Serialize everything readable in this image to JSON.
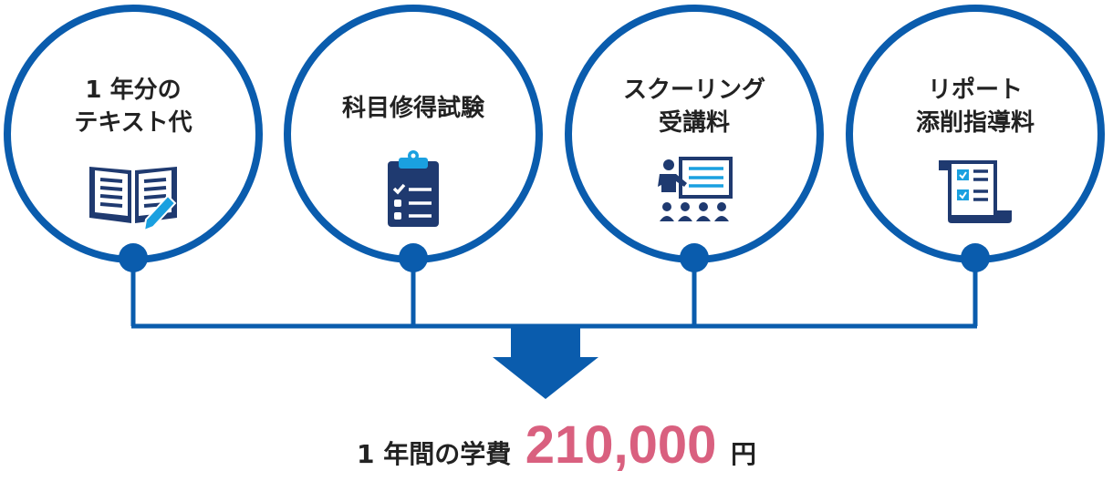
{
  "items": [
    {
      "lines": [
        "1 年分の",
        "テキスト代"
      ],
      "icon": "book-pencil-icon"
    },
    {
      "lines": [
        "科目修得試験"
      ],
      "icon": "clipboard-checklist-icon"
    },
    {
      "lines": [
        "スクーリング",
        "受講料"
      ],
      "icon": "lecture-presentation-icon"
    },
    {
      "lines": [
        "リポート",
        "添削指導料"
      ],
      "icon": "checklist-scroll-icon"
    }
  ],
  "total": {
    "label": "1 年間の学費",
    "amount": "210,000",
    "unit": "円"
  },
  "colors": {
    "ring": "#0a5cad",
    "icon_dark": "#1f3a70",
    "icon_light": "#1aa0e0",
    "amount": "#d9607f"
  }
}
